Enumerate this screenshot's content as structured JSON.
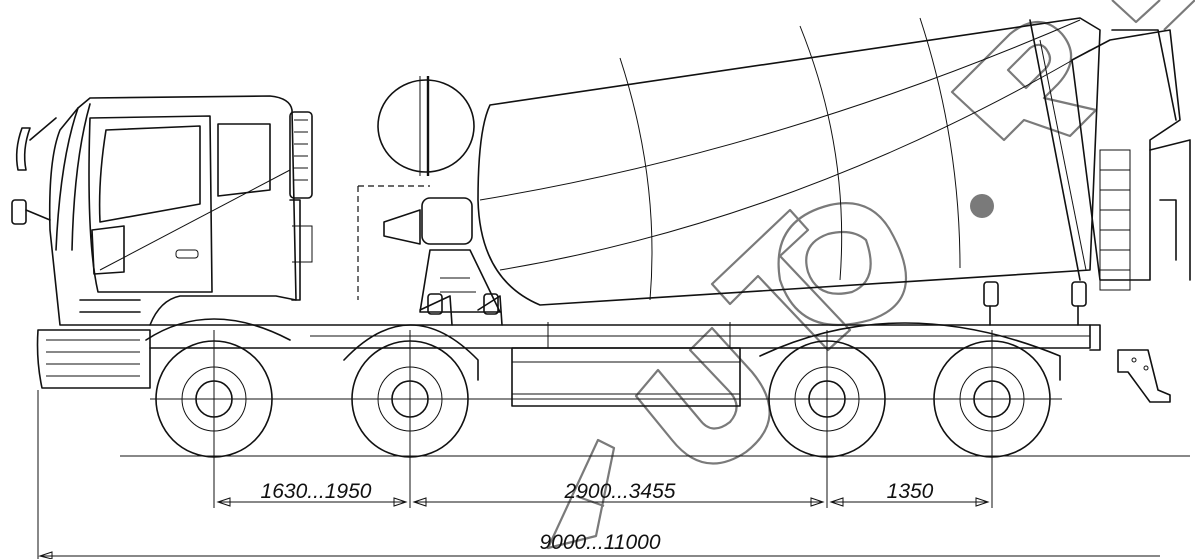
{
  "dimensions": {
    "front_axle_spacing": "1630...1950",
    "wheelbase": "2900...3455",
    "rear_axle_spacing": "1350",
    "overall_length": "9000...11000"
  },
  "watermark": {
    "text": "AUTO.RU"
  }
}
